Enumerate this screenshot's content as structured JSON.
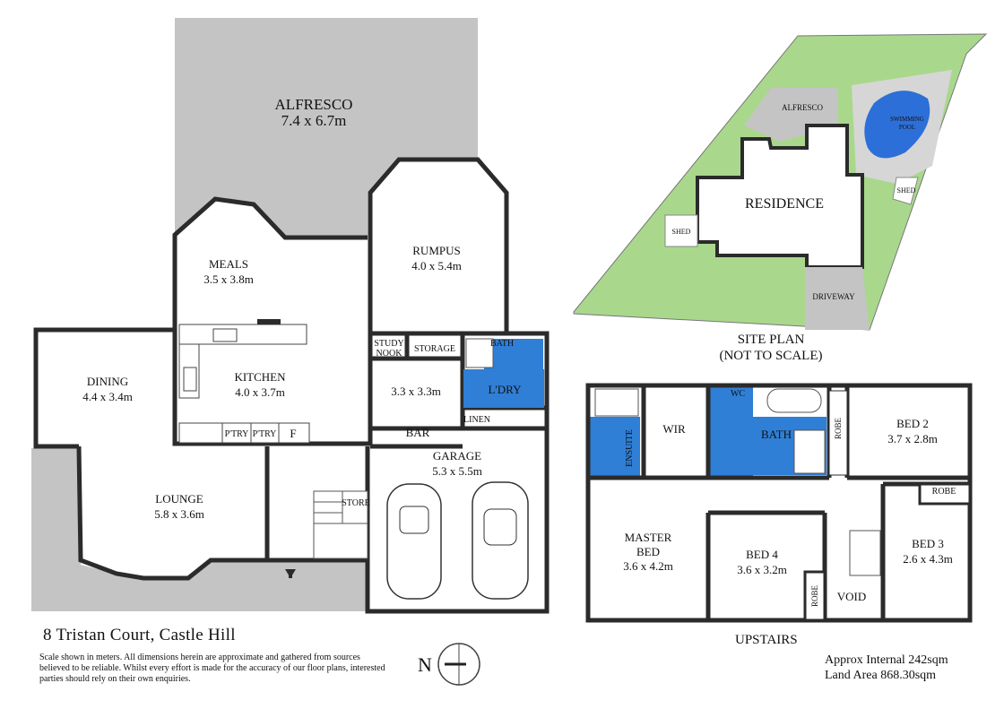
{
  "address": "8 Tristan Court, Castle Hill",
  "disclaimer": "Scale shown in meters. All dimensions herein are approximate and gathered from sources believed to be  reliable. Whilst every effort is made for the accuracy of our floor plans, interested parties should rely on their own enquiries.",
  "site_plan": {
    "title": "SITE PLAN",
    "subtitle": "(NOT TO SCALE)",
    "labels": {
      "alfresco": "ALFRESCO",
      "swimming_pool_1": "SWIMMING",
      "swimming_pool_2": "POOL",
      "shed_right": "SHED",
      "shed_left": "SHED",
      "residence": "RESIDENCE",
      "driveway": "DRIVEWAY"
    }
  },
  "ground_floor": {
    "alfresco": {
      "name": "ALFRESCO",
      "size": "7.4 x 6.7m"
    },
    "meals": {
      "name": "MEALS",
      "size": "3.5 x 3.8m"
    },
    "rumpus": {
      "name": "RUMPUS",
      "size": "4.0 x 5.4m"
    },
    "dining": {
      "name": "DINING",
      "size": "4.4 x 3.4m"
    },
    "kitchen": {
      "name": "KITCHEN",
      "size": "4.0 x 3.7m"
    },
    "family_size": "3.3 x 3.3m",
    "study_nook": [
      "STUDY",
      "NOOK"
    ],
    "storage": "STORAGE",
    "bath": "BATH",
    "laundry": "L'DRY",
    "linen": "LINEN",
    "bar": "BAR",
    "ptry1": "P'TRY",
    "ptry2": "P'TRY",
    "fridge": "F",
    "garage": {
      "name": "GARAGE",
      "size": "5.3 x 5.5m"
    },
    "lounge": {
      "name": "LOUNGE",
      "size": "5.8 x 3.6m"
    },
    "store": "STORE"
  },
  "upstairs": {
    "title": "UPSTAIRS",
    "ensuite": "ENSUITE",
    "wir": "WIR",
    "wc": "WC",
    "bath": "BATH",
    "robe_bed2": "ROBE",
    "bed2": {
      "name": "BED 2",
      "size": "3.7 x 2.8m"
    },
    "robe_bed3": "ROBE",
    "master": {
      "name1": "MASTER",
      "name2": "BED",
      "size": "3.6 x 4.2m"
    },
    "bed4": {
      "name": "BED 4",
      "size": "3.6 x 3.2m"
    },
    "robe_bed4": "ROBE",
    "void": "VOID",
    "bed3": {
      "name": "BED 3",
      "size": "2.6 x 4.3m"
    }
  },
  "compass": {
    "letter": "N"
  },
  "areas": {
    "internal": "Approx Internal 242sqm",
    "land": "Land Area 868.30sqm"
  },
  "colors": {
    "wall": "#2b2b2b",
    "outdoor": "#c4c4c4",
    "wet_area": "#2f7fd6",
    "lawn": "#a9d88c",
    "pool": "#2c6fd8"
  }
}
